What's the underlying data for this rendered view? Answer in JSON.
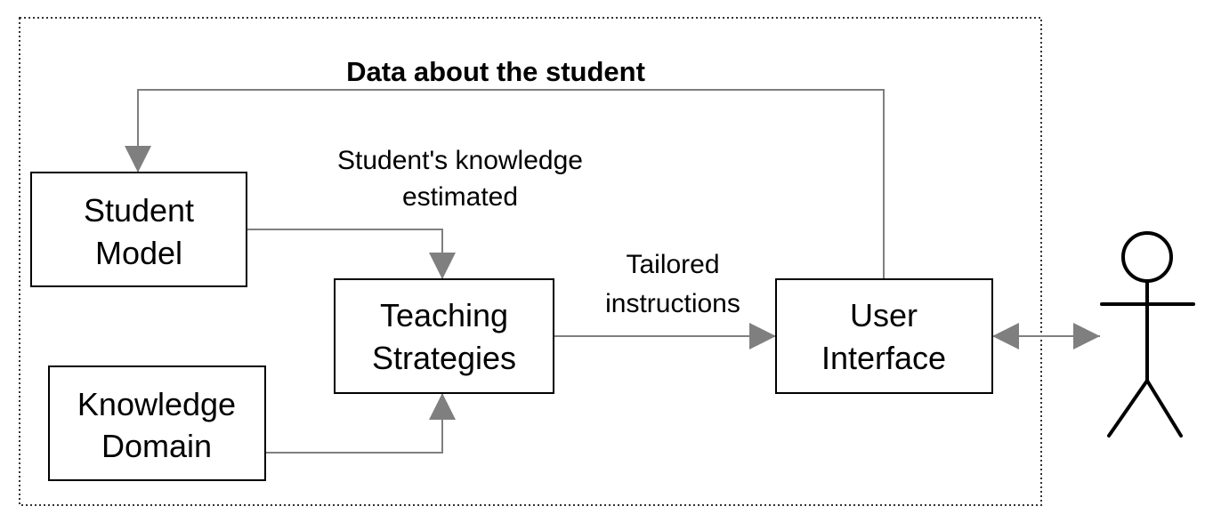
{
  "diagram": {
    "title": "Data about the student",
    "nodes": {
      "student_model": {
        "line1": "Student",
        "line2": "Model"
      },
      "teaching_strategies": {
        "line1": "Teaching",
        "line2": "Strategies"
      },
      "knowledge_domain": {
        "line1": "Knowledge",
        "line2": "Domain"
      },
      "user_interface": {
        "line1": "User",
        "line2": "Interface"
      }
    },
    "edge_labels": {
      "knowledge_estimated": {
        "line1": "Student's knowledge",
        "line2": "estimated"
      },
      "tailored_instructions": {
        "line1": "Tailored",
        "line2": "instructions"
      }
    },
    "colors": {
      "box_border": "#000000",
      "arrow": "#7f7f7f",
      "frame": "#333333",
      "text": "#000000"
    }
  }
}
